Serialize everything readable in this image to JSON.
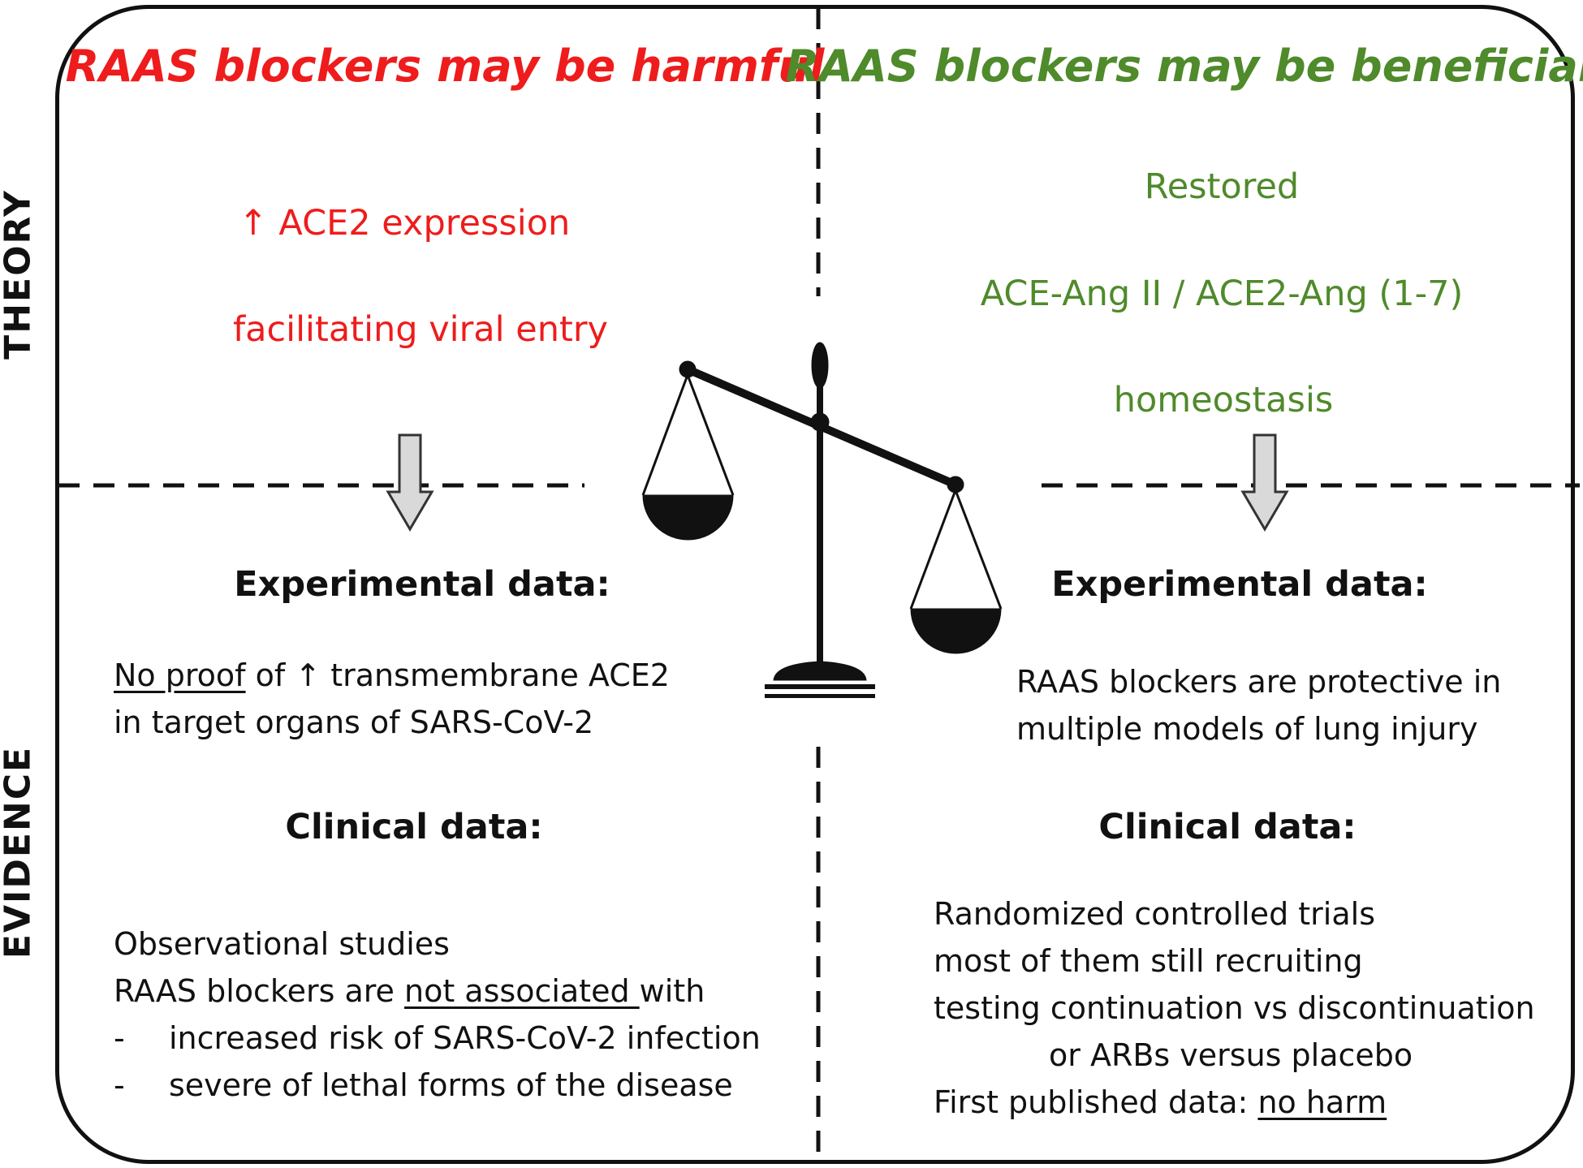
{
  "labels": {
    "theory": "THEORY",
    "evidence": "EVIDENCE"
  },
  "harmful": {
    "heading": "RAAS blockers may be harmful",
    "theory_line1": "↑ ACE2 expression",
    "theory_line2": "facilitating viral entry",
    "experimental_title": "Experimental data:",
    "experimental_part1": "No proof",
    "experimental_part2": " of ↑ transmembrane  ACE2",
    "experimental_line2": "in target organs of SARS-CoV-2",
    "clinical_title": "Clinical data:",
    "clinical_line1": "Observational  studies",
    "clinical_line2_part1": "RAAS blockers are ",
    "clinical_line2_part2": "not associated ",
    "clinical_line2_part3": "with",
    "bullet_marker": "-",
    "bullet1": "increased risk of SARS-CoV-2  infection",
    "bullet2": "severe  of lethal forms of the disease"
  },
  "beneficial": {
    "heading": "RAAS blockers may be beneficial",
    "theory_line1": "Restored",
    "theory_line2": "ACE-Ang II / ACE2-Ang (1-7)",
    "theory_line3": "homeostasis",
    "experimental_title": "Experimental data:",
    "experimental_line1": "RAAS blockers are protective  in",
    "experimental_line2": "multiple models of lung injury",
    "clinical_title": "Clinical data:",
    "clinical_line1": "Randomized  controlled trials",
    "clinical_line2": "most of them still recruiting",
    "clinical_line3": "testing continuation vs discontinuation",
    "clinical_line4": "or ARBs versus placebo",
    "clinical_line5_part1": "First published data: ",
    "clinical_line5_part2": "no harm"
  },
  "colors": {
    "harmful": "#ee1c1c",
    "beneficial": "#4f8a2b",
    "arrow_fill": "#d9d9d9",
    "ink": "#111111"
  }
}
